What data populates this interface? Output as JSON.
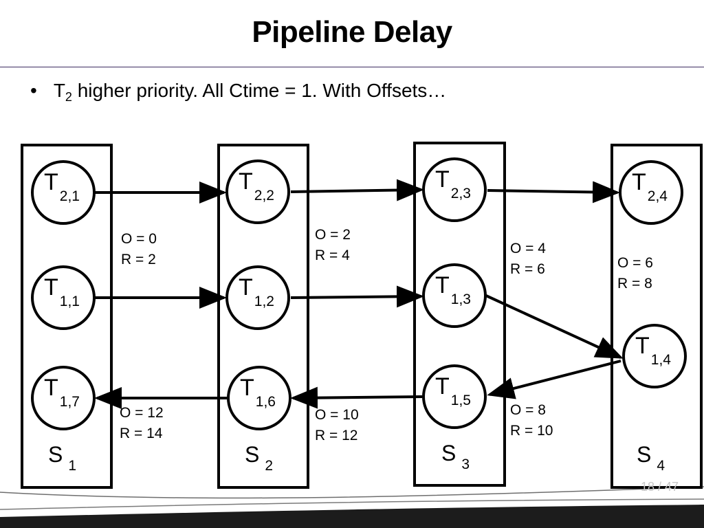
{
  "slide": {
    "title": "Pipeline Delay",
    "bullet": {
      "prefix": "T",
      "sub": "2",
      "rest": " higher priority. All Ctime = 1. With Offsets…"
    },
    "page_number": "18 / 47"
  },
  "stages": [
    {
      "letter": "S",
      "sub": "1"
    },
    {
      "letter": "S",
      "sub": "2"
    },
    {
      "letter": "S",
      "sub": "3"
    },
    {
      "letter": "S",
      "sub": "4"
    }
  ],
  "nodes": {
    "t21": {
      "letter": "T",
      "sub": "2,1"
    },
    "t11": {
      "letter": "T",
      "sub": "1,1"
    },
    "t17": {
      "letter": "T",
      "sub": "1,7"
    },
    "t22": {
      "letter": "T",
      "sub": "2,2"
    },
    "t12": {
      "letter": "T",
      "sub": "1,2"
    },
    "t16": {
      "letter": "T",
      "sub": "1,6"
    },
    "t23": {
      "letter": "T",
      "sub": "2,3"
    },
    "t13": {
      "letter": "T",
      "sub": "1,3"
    },
    "t15": {
      "letter": "T",
      "sub": "1,5"
    },
    "t24": {
      "letter": "T",
      "sub": "2,4"
    },
    "t14": {
      "letter": "T",
      "sub": "1,4"
    }
  },
  "offsets": [
    {
      "o": "O = 0",
      "r": "R = 2"
    },
    {
      "o": "O = 2",
      "r": "R = 4"
    },
    {
      "o": "O = 4",
      "r": "R = 6"
    },
    {
      "o": "O = 6",
      "r": "R = 8"
    },
    {
      "o": "O = 8",
      "r": "R = 10"
    },
    {
      "o": "O = 10",
      "r": "R = 12"
    },
    {
      "o": "O = 12",
      "r": "R = 14"
    }
  ]
}
